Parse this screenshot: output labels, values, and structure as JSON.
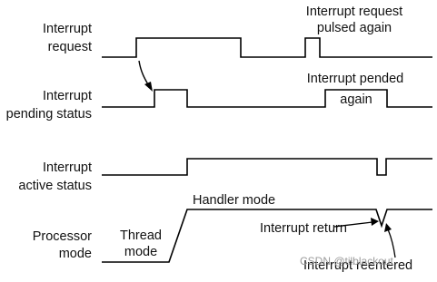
{
  "rows": [
    {
      "id": "interrupt-request",
      "label_lines": [
        "Interrupt",
        "request"
      ]
    },
    {
      "id": "interrupt-pending-status",
      "label_lines": [
        "Interrupt",
        "pending status"
      ]
    },
    {
      "id": "interrupt-active-status",
      "label_lines": [
        "Interrupt",
        "active status"
      ]
    },
    {
      "id": "processor-mode",
      "label_lines": [
        "Processor",
        "mode"
      ]
    }
  ],
  "annotations": {
    "request_pulsed_again": [
      "Interrupt request",
      "pulsed again"
    ],
    "interrupt_pended_again": [
      "Interrupt pended",
      "again"
    ],
    "handler_mode": "Handler mode",
    "thread_mode": [
      "Thread",
      "mode"
    ],
    "interrupt_return": "Interrupt return",
    "interrupt_reentered": "Interrupt reentered"
  },
  "watermark": "CSDN @tilblackout"
}
